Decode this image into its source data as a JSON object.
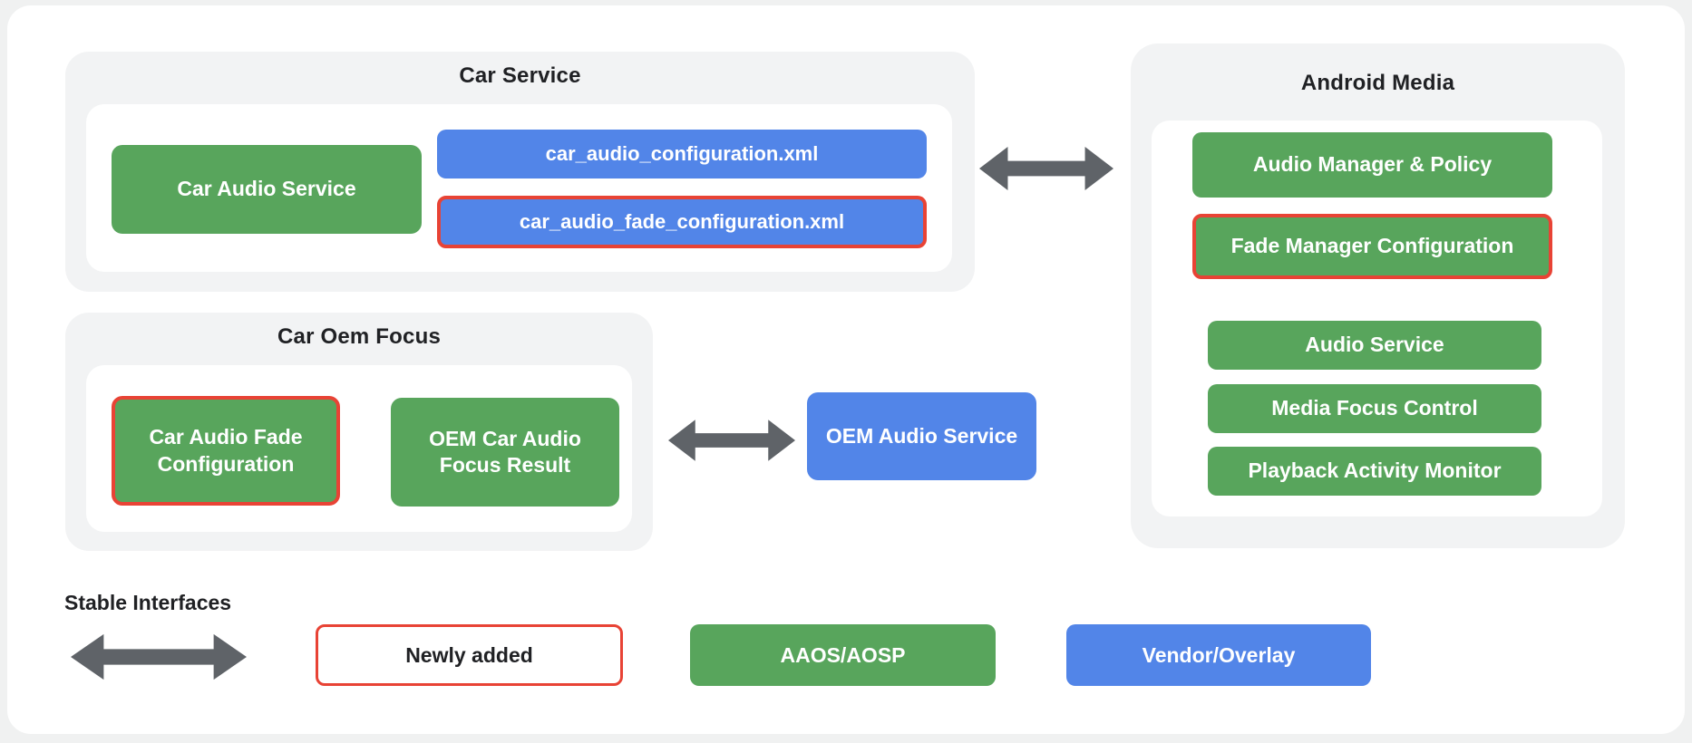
{
  "diagram": {
    "car_service": {
      "title": "Car Service",
      "car_audio_service": "Car Audio Service",
      "car_audio_configuration_xml": "car_audio_configuration.xml",
      "car_audio_fade_configuration_xml": "car_audio_fade_configuration.xml"
    },
    "car_oem_focus": {
      "title": "Car Oem Focus",
      "car_audio_fade_configuration": "Car Audio Fade Configuration",
      "oem_car_audio_focus_result": "OEM Car Audio Focus Result"
    },
    "android_media": {
      "title": "Android Media",
      "audio_manager_policy": "Audio Manager & Policy",
      "fade_manager_configuration": "Fade Manager Configuration",
      "audio_service": "Audio Service",
      "media_focus_control": "Media Focus Control",
      "playback_activity_monitor": "Playback Activity Monitor"
    },
    "oem_audio_service": "OEM Audio Service"
  },
  "legend": {
    "stable_interfaces_label": "Stable Interfaces",
    "newly_added": "Newly added",
    "aaos_aosp": "AAOS/AOSP",
    "vendor_overlay": "Vendor/Overlay"
  },
  "colors": {
    "aosp_green": "#58a55c",
    "vendor_blue": "#5285e8",
    "newly_added_red": "#e84335",
    "arrow_gray": "#5f6368"
  }
}
